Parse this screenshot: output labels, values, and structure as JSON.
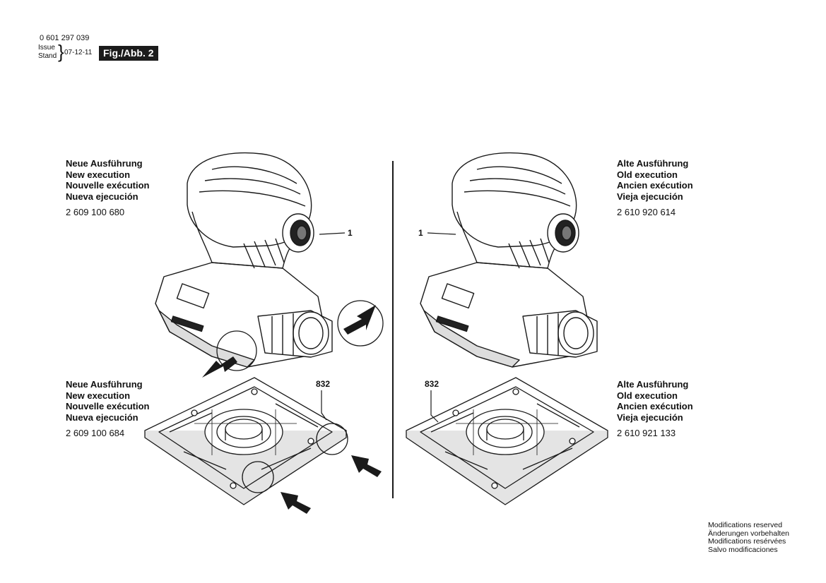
{
  "header": {
    "doc_number": "0 601 297 039",
    "issue_label": "Issue",
    "stand_label": "Stand",
    "date": "07-12-11",
    "figure_label": "Fig./Abb. 2"
  },
  "left_top": {
    "lines": [
      "Neue Ausführung",
      "New execution",
      "Nouvelle exécution",
      "Nueva ejecución"
    ],
    "part_number": "2 609 100 680"
  },
  "right_top": {
    "lines": [
      "Alte Ausführung",
      "Old execution",
      "Ancien exécution",
      "Vieja ejecución"
    ],
    "part_number": "2 610 920 614"
  },
  "left_bottom": {
    "lines": [
      "Neue Ausführung",
      "New execution",
      "Nouvelle exécution",
      "Nueva ejecución"
    ],
    "part_number": "2 609 100 684"
  },
  "right_bottom": {
    "lines": [
      "Alte Ausführung",
      "Old execution",
      "Ancien exécution",
      "Vieja ejecución"
    ],
    "part_number": "2 610 921 133"
  },
  "callouts": {
    "housing_left": "1",
    "housing_right": "1",
    "plate_left": "832",
    "plate_right": "832"
  },
  "footer": {
    "lines": [
      "Modifications reserved",
      "Änderungen vorbehalten",
      "Modifications resérvées",
      "Salvo modificaciones"
    ]
  }
}
